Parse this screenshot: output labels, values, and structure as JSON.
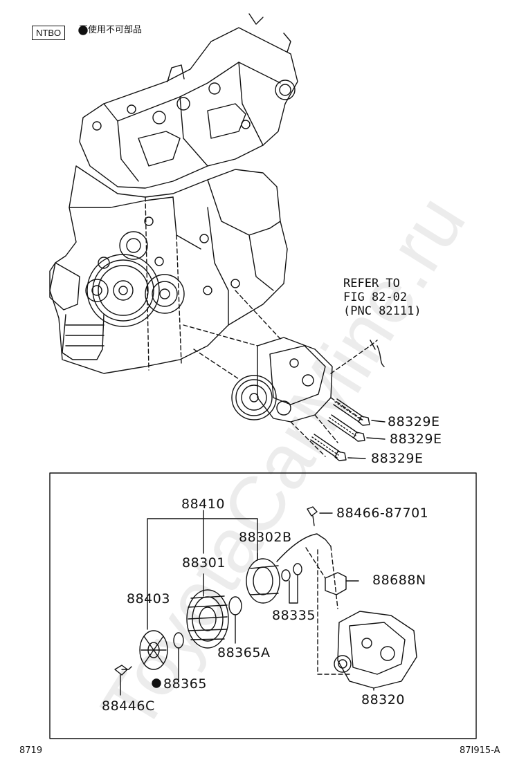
{
  "header": {
    "badge": "NTBO",
    "note": "再使用不可部品"
  },
  "refer": {
    "line1": "REFER TO",
    "line2": "FIG 82-02",
    "line3": "(PNC 82111)"
  },
  "parts": {
    "p88329E_1": "88329E",
    "p88329E_2": "88329E",
    "p88329E_3": "88329E",
    "p88410": "88410",
    "p88466": "88466-87701",
    "p88302B": "88302B",
    "p88301": "88301",
    "p88688N": "88688N",
    "p88403": "88403",
    "p88335": "88335",
    "p88365A": "88365A",
    "p88365": "88365",
    "p88320": "88320",
    "p88446C": "88446C"
  },
  "footer": {
    "left": "8719",
    "right": "87I915-A"
  },
  "watermark": "ToyotaCarMine.ru"
}
